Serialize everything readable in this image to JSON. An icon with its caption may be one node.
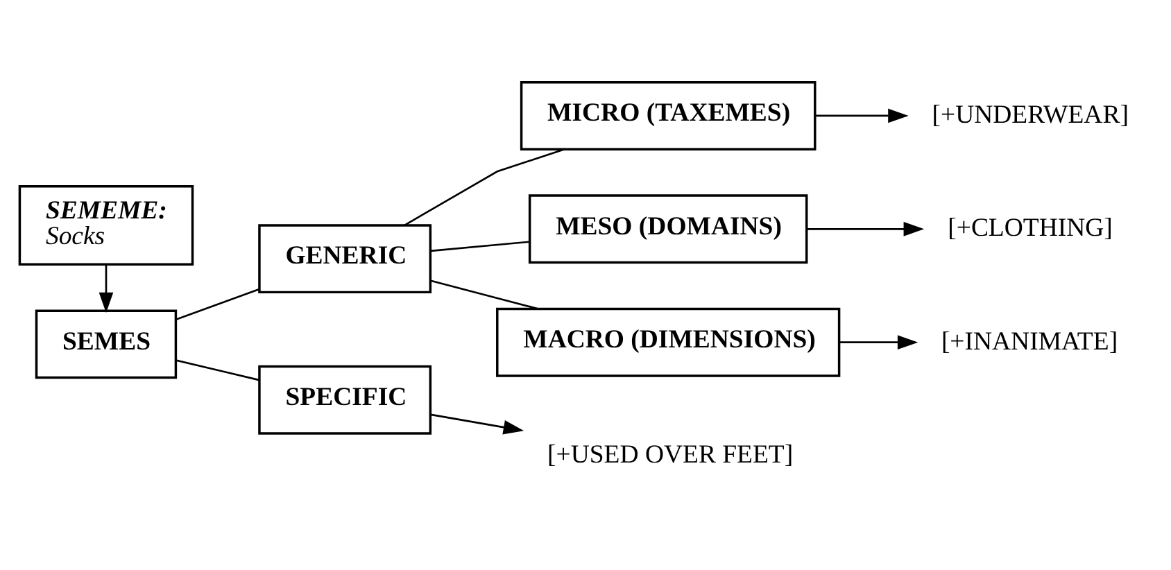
{
  "diagram": {
    "nodes": [
      {
        "text": [
          "SEMEME:",
          "Socks"
        ]
      },
      {
        "text": [
          "SEMES"
        ]
      },
      {
        "text": [
          "GENERIC"
        ]
      },
      {
        "text": [
          "SPECIFIC"
        ]
      },
      {
        "text": [
          "MICRO (TAXEMES)"
        ]
      },
      {
        "text": [
          "MESO (DOMAINS)"
        ]
      },
      {
        "text": [
          "MACRO (DIMENSIONS)"
        ]
      },
      {
        "text": [
          "[+UNDERWEAR]"
        ]
      },
      {
        "text": [
          "[+CLOTHING]"
        ]
      },
      {
        "text": [
          "[+INANIMATE]"
        ]
      },
      {
        "text": [
          "[+USED OVER FEET]"
        ]
      }
    ],
    "edges": [
      {
        "from": 0,
        "to": 1,
        "arrow": "to"
      },
      {
        "from": 1,
        "to": 2,
        "arrow": "none"
      },
      {
        "from": 1,
        "to": 3,
        "arrow": "none"
      },
      {
        "from": 2,
        "to": 4,
        "arrow": "none"
      },
      {
        "from": 2,
        "to": 5,
        "arrow": "none"
      },
      {
        "from": 2,
        "to": 6,
        "arrow": "none"
      },
      {
        "from": 4,
        "to": 7,
        "arrow": "to"
      },
      {
        "from": 5,
        "to": 8,
        "arrow": "to"
      },
      {
        "from": 6,
        "to": 9,
        "arrow": "to"
      },
      {
        "from": 3,
        "to": 10,
        "arrow": "to"
      }
    ]
  }
}
